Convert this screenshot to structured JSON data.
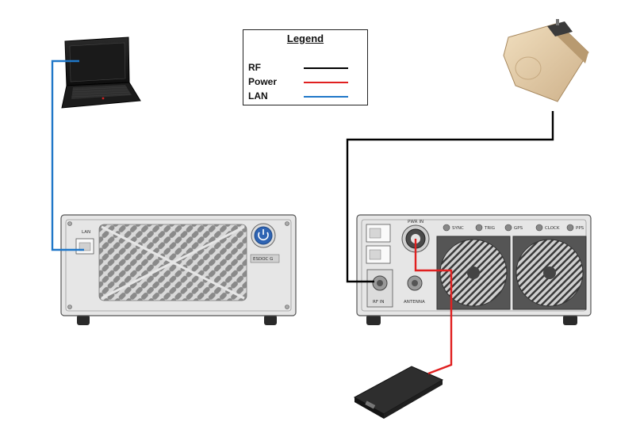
{
  "legend": {
    "title": "Legend",
    "items": [
      {
        "label": "RF",
        "color": "#000000"
      },
      {
        "label": "Power",
        "color": "#e02020"
      },
      {
        "label": "LAN",
        "color": "#1f77c8"
      }
    ]
  },
  "front_panel": {
    "lan_label": "LAN",
    "id_plate": "ESDOC G"
  },
  "rear_panel": {
    "pwr_label": "PWR IN",
    "rf_in_label": "RF IN",
    "antenna_label": "ANTENNA",
    "ports": [
      "SYNC",
      "TRIG",
      "GPS",
      "CLOCK",
      "PPS"
    ]
  }
}
